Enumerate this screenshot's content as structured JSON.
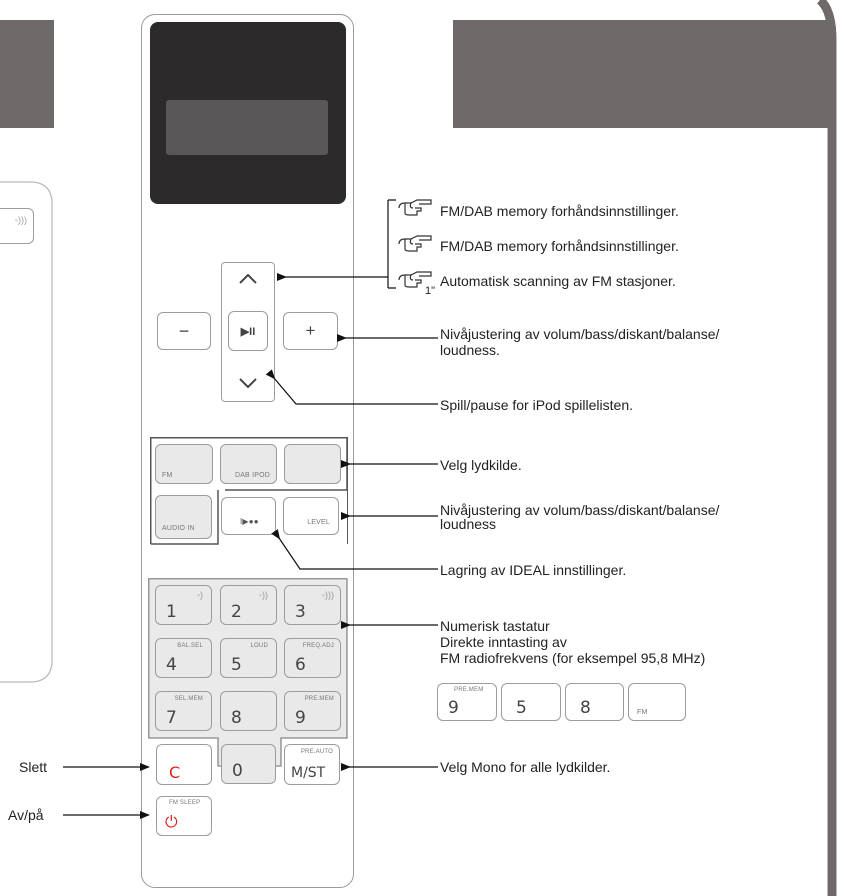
{
  "callouts": {
    "fm_dab_memory_1": "FM/DAB memory forhåndsinnstillinger.",
    "fm_dab_memory_2": "FM/DAB memory forhåndsinnstillinger.",
    "auto_scan": "Automatisk scanning av FM stasjoner.",
    "auto_scan_marker": "1\"",
    "level_adjust_1": "Nivåjustering av volum/bass/diskant/balanse/",
    "level_adjust_1b": "loudness.",
    "play_pause": "Spill/pause for iPod spillelisten.",
    "select_source": "Velg lydkilde.",
    "level_adjust_2": "Nivåjustering av volum/bass/diskant/balanse/",
    "level_adjust_2b": "loudness",
    "ideal_store": "Lagring av IDEAL innstillinger.",
    "numeric_1": "Numerisk tastatur",
    "numeric_2": "Direkte inntasting av",
    "numeric_3": "FM radiofrekvens (for eksempel 95,8 MHz)",
    "mono": "Velg Mono for alle lydkilder.",
    "delete": "Slett",
    "power": "Av/på"
  },
  "remote": {
    "minus": "−",
    "plus": "+",
    "play_pause": "▶II",
    "up": "⌃",
    "down": "⌄",
    "src_fm": "FM",
    "src_dab": "DAB  IPOD",
    "src_audio": "AUDIO IN",
    "src_ideal": "I▶●●",
    "src_level": "LEVEL",
    "keys": [
      "1",
      "2",
      "3",
      "4",
      "5",
      "6",
      "7",
      "8",
      "9",
      "0"
    ],
    "sub_4": "BAL.SEL",
    "sub_5": "LOUD",
    "sub_6": "FREQ.ADJ",
    "sub_7": "SEL.MEM",
    "sub_9": "PRE.MEM",
    "clear": "C",
    "mono": "M/ST",
    "mono_sub": "PRE.AUTO",
    "power_sub": "FM SLEEP",
    "power": "⏻"
  },
  "freq_example": {
    "keys": [
      "9",
      "5",
      "8",
      ""
    ],
    "sub_9": "PRE.MEM",
    "sub_fm": "FM"
  }
}
